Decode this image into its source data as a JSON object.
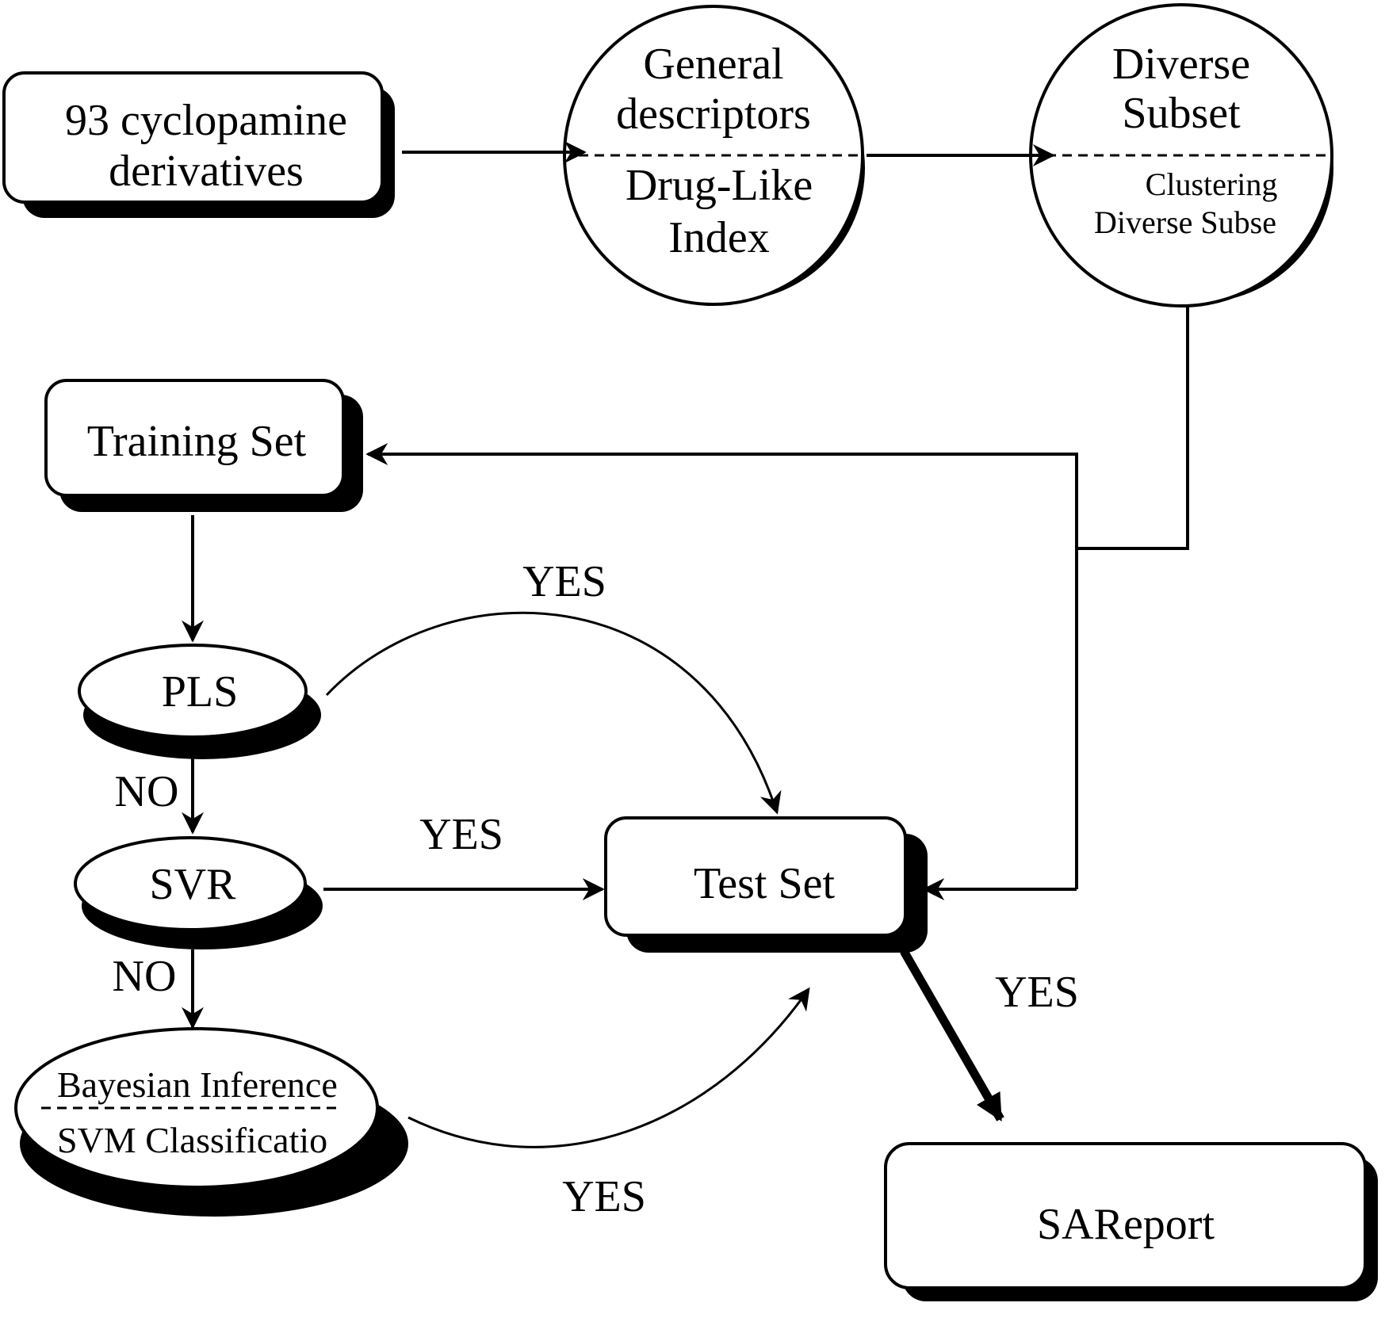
{
  "nodes": {
    "start": {
      "line1": "93 cyclopamine",
      "line2": "derivatives"
    },
    "descriptors": {
      "top1": "General",
      "top2": "descriptors",
      "bottom1": "Drug-Like",
      "bottom2": "Index"
    },
    "subset": {
      "top1": "Diverse",
      "top2": "Subset",
      "bottom1": "Clustering",
      "bottom2": "Diverse Subse"
    },
    "training": {
      "label": "Training Set"
    },
    "pls": {
      "label": "PLS"
    },
    "svr": {
      "label": "SVR"
    },
    "bayes": {
      "top": "Bayesian Inference",
      "bottom": "SVM Classificatio"
    },
    "test": {
      "label": "Test Set"
    },
    "report": {
      "label": "SAReport"
    }
  },
  "edges": {
    "pls_test": "YES",
    "svr_test": "YES",
    "bayes_test": "YES",
    "test_report": "YES",
    "pls_svr": "NO",
    "svr_bayes": "NO"
  }
}
